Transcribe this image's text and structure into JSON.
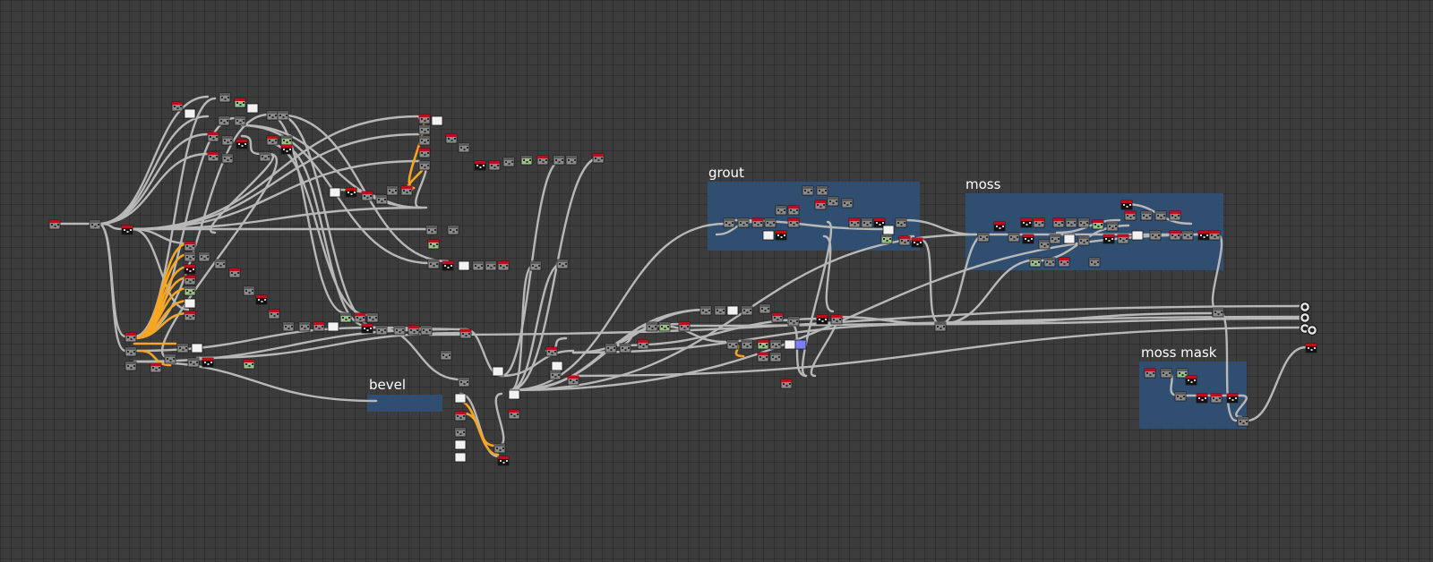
{
  "app": {
    "view": "graph-editor"
  },
  "colors": {
    "background": "#3c3c3c",
    "grid_line": "#333333",
    "frame_fill": "#2f4f73",
    "frame_title": "#ffffff",
    "wire": "#b8b8b8",
    "wire_highlight": "#f5a623",
    "node_header_red": "#b5121b",
    "node_body": "#6e6e6e"
  },
  "frames": [
    {
      "id": "bevel",
      "title": "bevel"
    },
    {
      "id": "grout",
      "title": "grout"
    },
    {
      "id": "moss",
      "title": "moss"
    },
    {
      "id": "moss_mask",
      "title": "moss mask"
    }
  ]
}
